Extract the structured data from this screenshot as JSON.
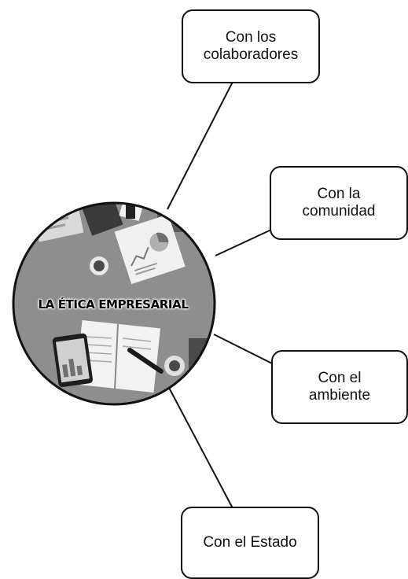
{
  "center": {
    "title": "LA ÉTICA EMPRESARIAL"
  },
  "branches": [
    {
      "label": "Con los\ncolaboradores"
    },
    {
      "label": "Con la\ncomunidad"
    },
    {
      "label": "Con el\nambiente"
    },
    {
      "label": "Con el Estado"
    }
  ],
  "colors": {
    "stroke": "#111111",
    "circle_fill": "#8e8e8e",
    "box_fill": "#ffffff"
  }
}
